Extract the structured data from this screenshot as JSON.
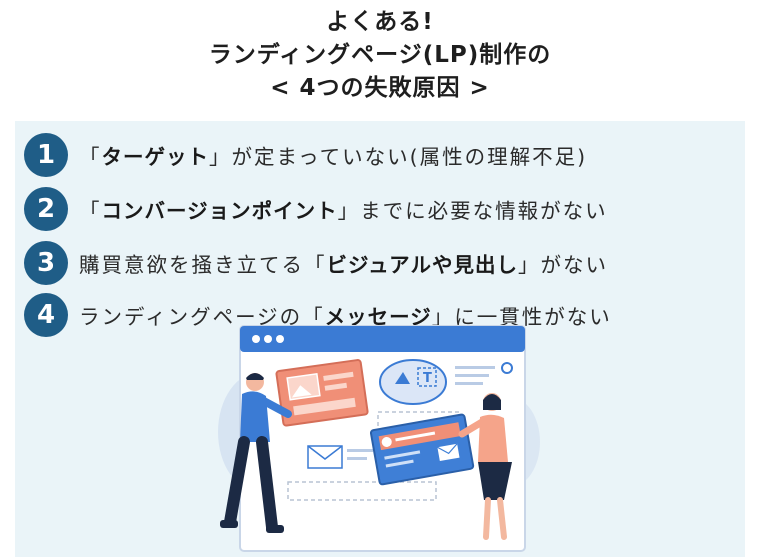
{
  "title": {
    "line1": "よくある!",
    "line2": "ランディングページ(LP)制作の",
    "line3": "< 4つの失敗原因 >"
  },
  "items": [
    {
      "num": "1",
      "pre": "「",
      "bold": "ターゲット",
      "post": "」が定まっていない(属性の理解不足)"
    },
    {
      "num": "2",
      "pre": "「",
      "bold": "コンバージョンポイント",
      "post": "」までに必要な情報がない"
    },
    {
      "num": "3",
      "pre": "購買意欲を掻き立てる「",
      "bold": "ビジュアルや見出し",
      "post": "」がない"
    },
    {
      "num": "4",
      "pre": "ランディングページの「",
      "bold": "メッセージ",
      "post": "」に一貫性がない"
    }
  ],
  "colors": {
    "accent": "#1f5d87",
    "panel": "#eaf4f8",
    "card_salmon": "#f08f77",
    "card_blue": "#3f7fd6"
  },
  "icons": [
    "browser-window-illustration",
    "image-icon",
    "text-tool-icon",
    "mail-icon",
    "gear-icon",
    "person-icon"
  ]
}
